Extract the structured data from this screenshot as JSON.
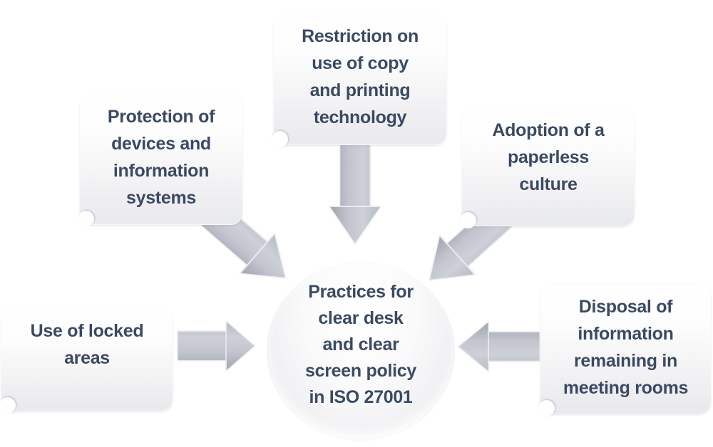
{
  "title": "Practices for clear desk and clear screen policy in ISO 27001",
  "center": {
    "label": "Practices for clear desk and clear screen policy in ISO 27001",
    "lines": [
      "Practices for",
      "clear desk",
      "and clear",
      "screen policy",
      "in ISO 27001"
    ]
  },
  "nodes": {
    "top": {
      "label": "Restriction on use of copy and printing technology",
      "lines": [
        "Restriction on",
        "use of copy",
        "and printing",
        "technology"
      ]
    },
    "upper_left": {
      "label": "Protection of devices and information systems",
      "lines": [
        "Protection of",
        "devices and",
        "information",
        "systems"
      ]
    },
    "upper_right": {
      "label": "Adoption of a paperless culture",
      "lines": [
        "Adoption of a",
        "paperless",
        "culture"
      ]
    },
    "left": {
      "label": "Use of locked areas",
      "lines": [
        "Use of locked",
        "areas"
      ]
    },
    "right": {
      "label": "Disposal of information remaining in meeting rooms",
      "lines": [
        "Disposal of",
        "information",
        "remaining in",
        "meeting rooms"
      ]
    }
  },
  "arrows": [
    {
      "from": "top",
      "to": "center",
      "direction": "down"
    },
    {
      "from": "upper_left",
      "to": "center",
      "direction": "down-right"
    },
    {
      "from": "upper_right",
      "to": "center",
      "direction": "down-left"
    },
    {
      "from": "left",
      "to": "center",
      "direction": "right"
    },
    {
      "from": "right",
      "to": "center",
      "direction": "left"
    }
  ],
  "colors": {
    "text": "#3B4A63",
    "arrow_edge": "#A2A7B3",
    "arrow_mid": "#CDD0D7",
    "box_bottom": "#E8E9EC",
    "ellipse_bottom": "#EAEBEE"
  }
}
